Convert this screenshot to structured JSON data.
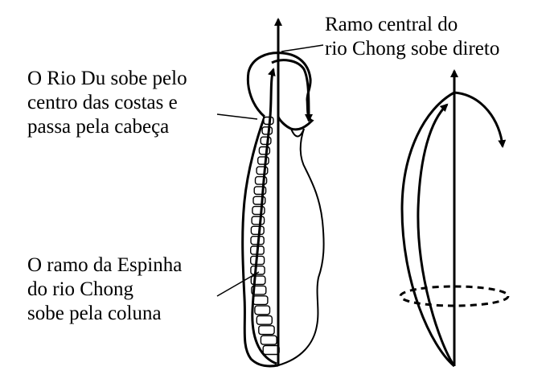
{
  "labels": {
    "chong_central": {
      "line1": "Ramo central do",
      "line2": "rio Chong sobe direto"
    },
    "du": {
      "line1": "O Rio Du sobe pelo",
      "line2": "centro das costas e",
      "line3": "passa pela cabeça"
    },
    "spine": {
      "line1": "O ramo da Espinha",
      "line2": "do rio Chong",
      "line3": "sobe pela coluna"
    }
  },
  "colors": {
    "ink": "#000000",
    "background": "#ffffff"
  }
}
